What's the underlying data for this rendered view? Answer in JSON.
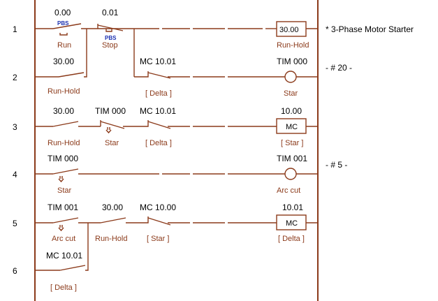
{
  "rungs": [
    "1",
    "2",
    "3",
    "4",
    "5",
    "6"
  ],
  "contacts": [
    {
      "id": "c1",
      "address": "0.00",
      "label": "Run",
      "pbs": "PBS"
    },
    {
      "id": "c2",
      "address": "0.01",
      "label": "Stop",
      "pbs": "PBS"
    },
    {
      "id": "c3",
      "address": "30.00",
      "label": "Run-Hold"
    },
    {
      "id": "c4",
      "address": "MC 10.01",
      "label": "[ Delta ]"
    },
    {
      "id": "c5",
      "address": "30.00",
      "label": "Run-Hold"
    },
    {
      "id": "c6",
      "address": "TIM 000",
      "label": "Star"
    },
    {
      "id": "c7",
      "address": "MC 10.01",
      "label": "[ Delta ]"
    },
    {
      "id": "c8",
      "address": "TIM 000",
      "label": "Star"
    },
    {
      "id": "c9",
      "address": "TIM 001",
      "label": "Arc cut"
    },
    {
      "id": "c10",
      "address": "30.00",
      "label": "Run-Hold"
    },
    {
      "id": "c11",
      "address": "MC 10.00",
      "label": "[ Star ]"
    },
    {
      "id": "c12",
      "address": "MC 10.01",
      "label": "[ Delta ]"
    }
  ],
  "outputs": [
    {
      "id": "o1",
      "address": "",
      "box_text": "30.00",
      "label": "Run-Hold"
    },
    {
      "id": "o2",
      "address": "TIM 000",
      "box_text": "",
      "label": "Star"
    },
    {
      "id": "o3",
      "address": "10.00",
      "box_text": "MC",
      "label": "[ Star ]"
    },
    {
      "id": "o4",
      "address": "TIM 001",
      "box_text": "",
      "label": "Arc cut"
    },
    {
      "id": "o5",
      "address": "10.01",
      "box_text": "MC",
      "label": "[ Delta ]"
    }
  ],
  "notes": {
    "title": "*  3-Phase Motor Starter",
    "tim000_preset": "- # 20 -",
    "tim001_preset": "- # 5 -"
  },
  "colors": {
    "wire": "#8b3a1a",
    "pbs": "#1a2fb0",
    "text": "#000000"
  }
}
